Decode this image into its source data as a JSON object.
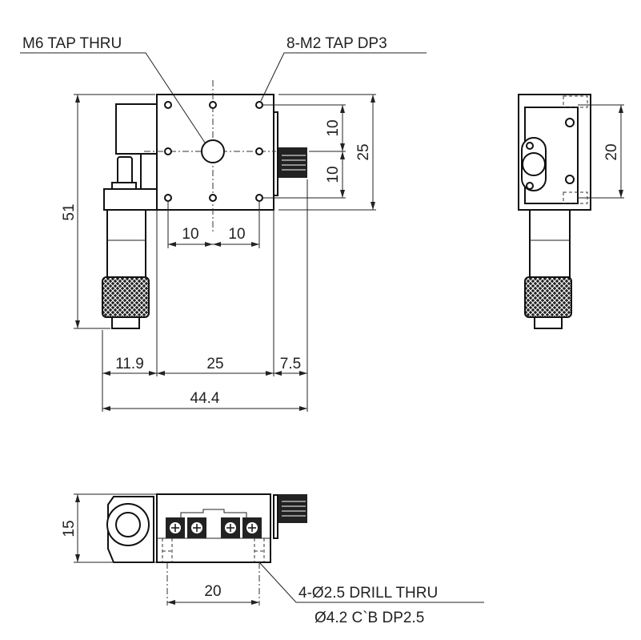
{
  "labels": {
    "m6_tap": "M6 TAP THRU",
    "m2_tap": "8-M2 TAP DP3",
    "drill_line1": "4-Ø2.5 DRILL THRU",
    "drill_line2": "Ø4.2 C`B DP2.5"
  },
  "dimensions": {
    "height_total": "51",
    "plate_height": "25",
    "hole_pitch_v1": "10",
    "hole_pitch_v2": "10",
    "hole_pitch_h1": "10",
    "hole_pitch_h2": "10",
    "offset_left": "11.9",
    "plate_width": "25",
    "offset_right": "7.5",
    "width_total": "44.4",
    "side_pitch": "20",
    "thickness": "15",
    "bottom_pitch": "20"
  }
}
